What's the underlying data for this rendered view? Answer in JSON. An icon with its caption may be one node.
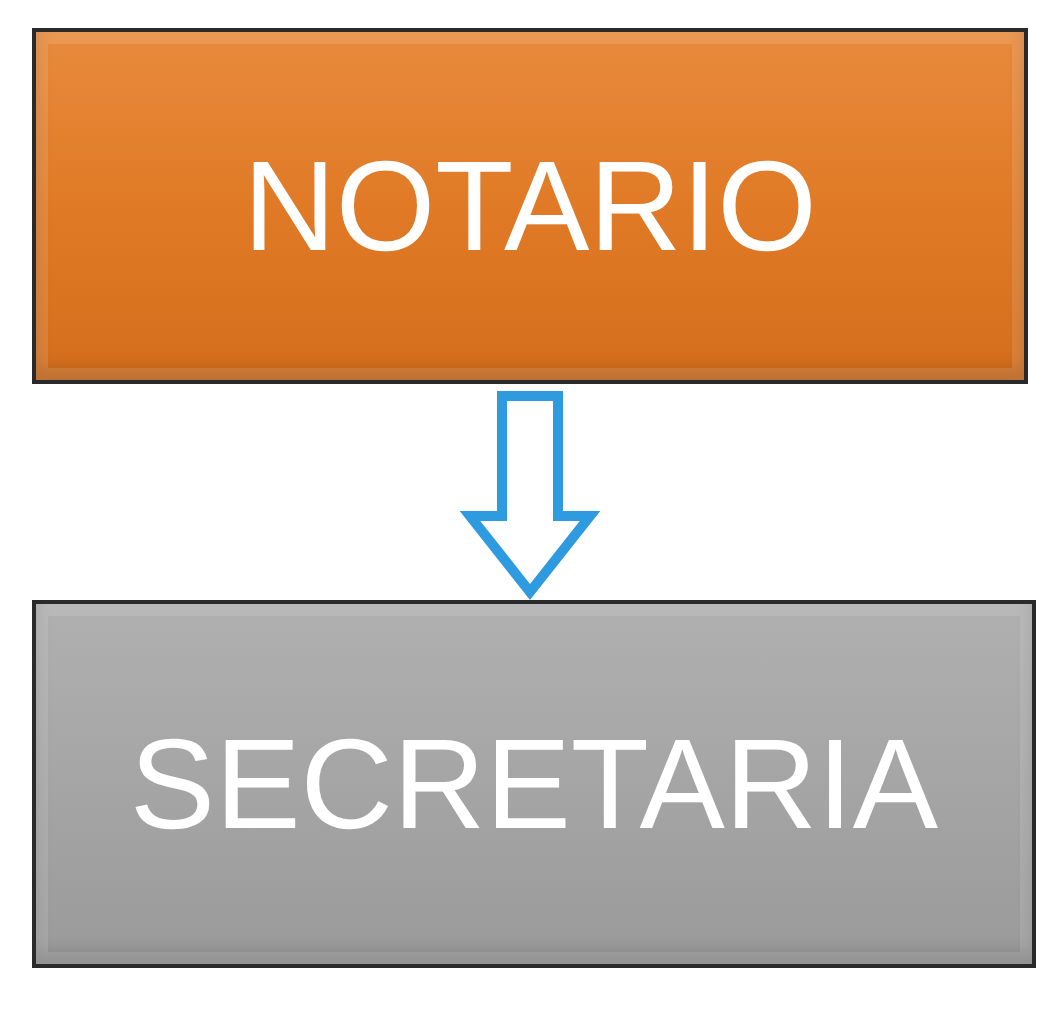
{
  "diagram": {
    "nodes": [
      {
        "text": [
          "NOTARIO"
        ]
      },
      {
        "text": [
          "SECRETARIA"
        ]
      }
    ],
    "edges": [
      {
        "from": 0,
        "to": 1,
        "arrow": "to",
        "color": "#2e9be0"
      }
    ]
  }
}
